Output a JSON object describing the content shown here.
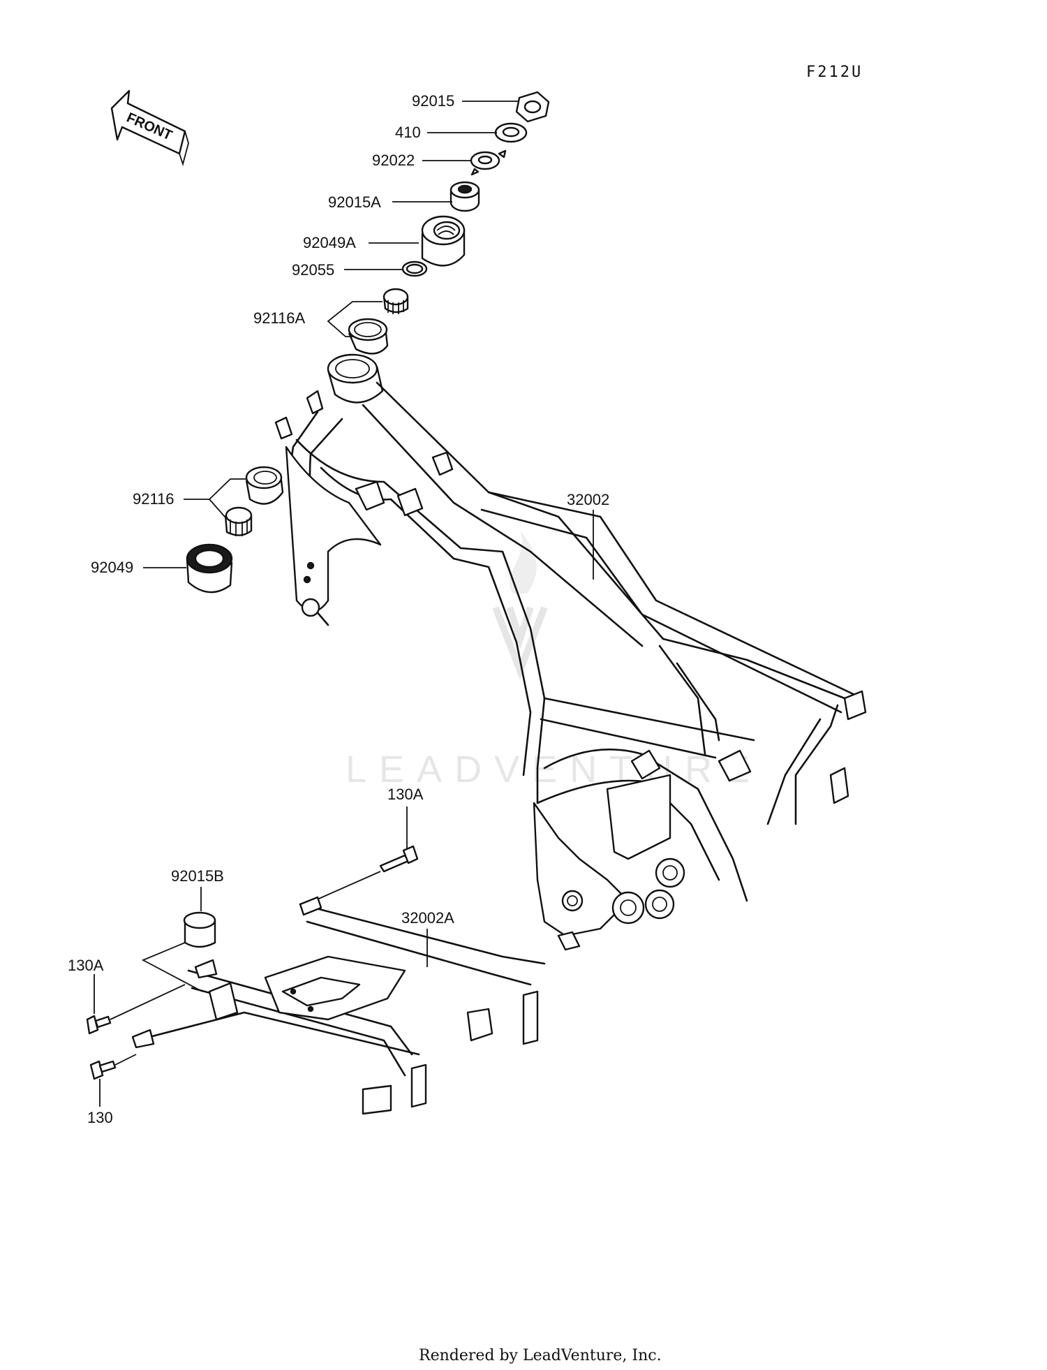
{
  "figure_code": "F212U",
  "front_arrow_text": "FRONT",
  "watermark_text": "LEADVENTURE",
  "footer_text": "Rendered by LeadVenture, Inc.",
  "callouts": {
    "nut_92015": "92015",
    "washer_410": "410",
    "lockwasher_92022": "92022",
    "nut_92015A": "92015A",
    "seal_92049A": "92049A",
    "oring_92055": "92055",
    "bearing_92116A": "92116A",
    "frame_32002": "32002",
    "bearing_92116": "92116",
    "seal_92049": "92049",
    "bolt_130A_top": "130A",
    "collar_92015B": "92015B",
    "subframe_32002A": "32002A",
    "bolt_130A_left": "130A",
    "bolt_130": "130"
  }
}
